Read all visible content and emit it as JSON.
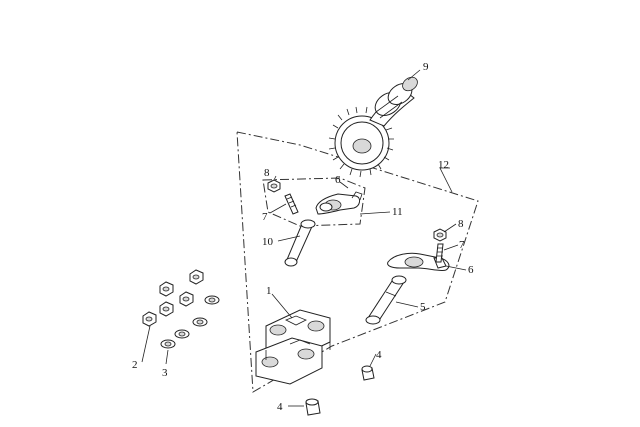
{
  "diagram": {
    "callouts": {
      "n1": "1",
      "n2": "2",
      "n3": "3",
      "n4a": "4",
      "n4b": "4",
      "n5": "5",
      "n6a": "6",
      "n6b": "6",
      "n7a": "7",
      "n7b": "7",
      "n8a": "8",
      "n8b": "8",
      "n9": "9",
      "n10": "10",
      "n11": "11",
      "n12": "12"
    }
  }
}
